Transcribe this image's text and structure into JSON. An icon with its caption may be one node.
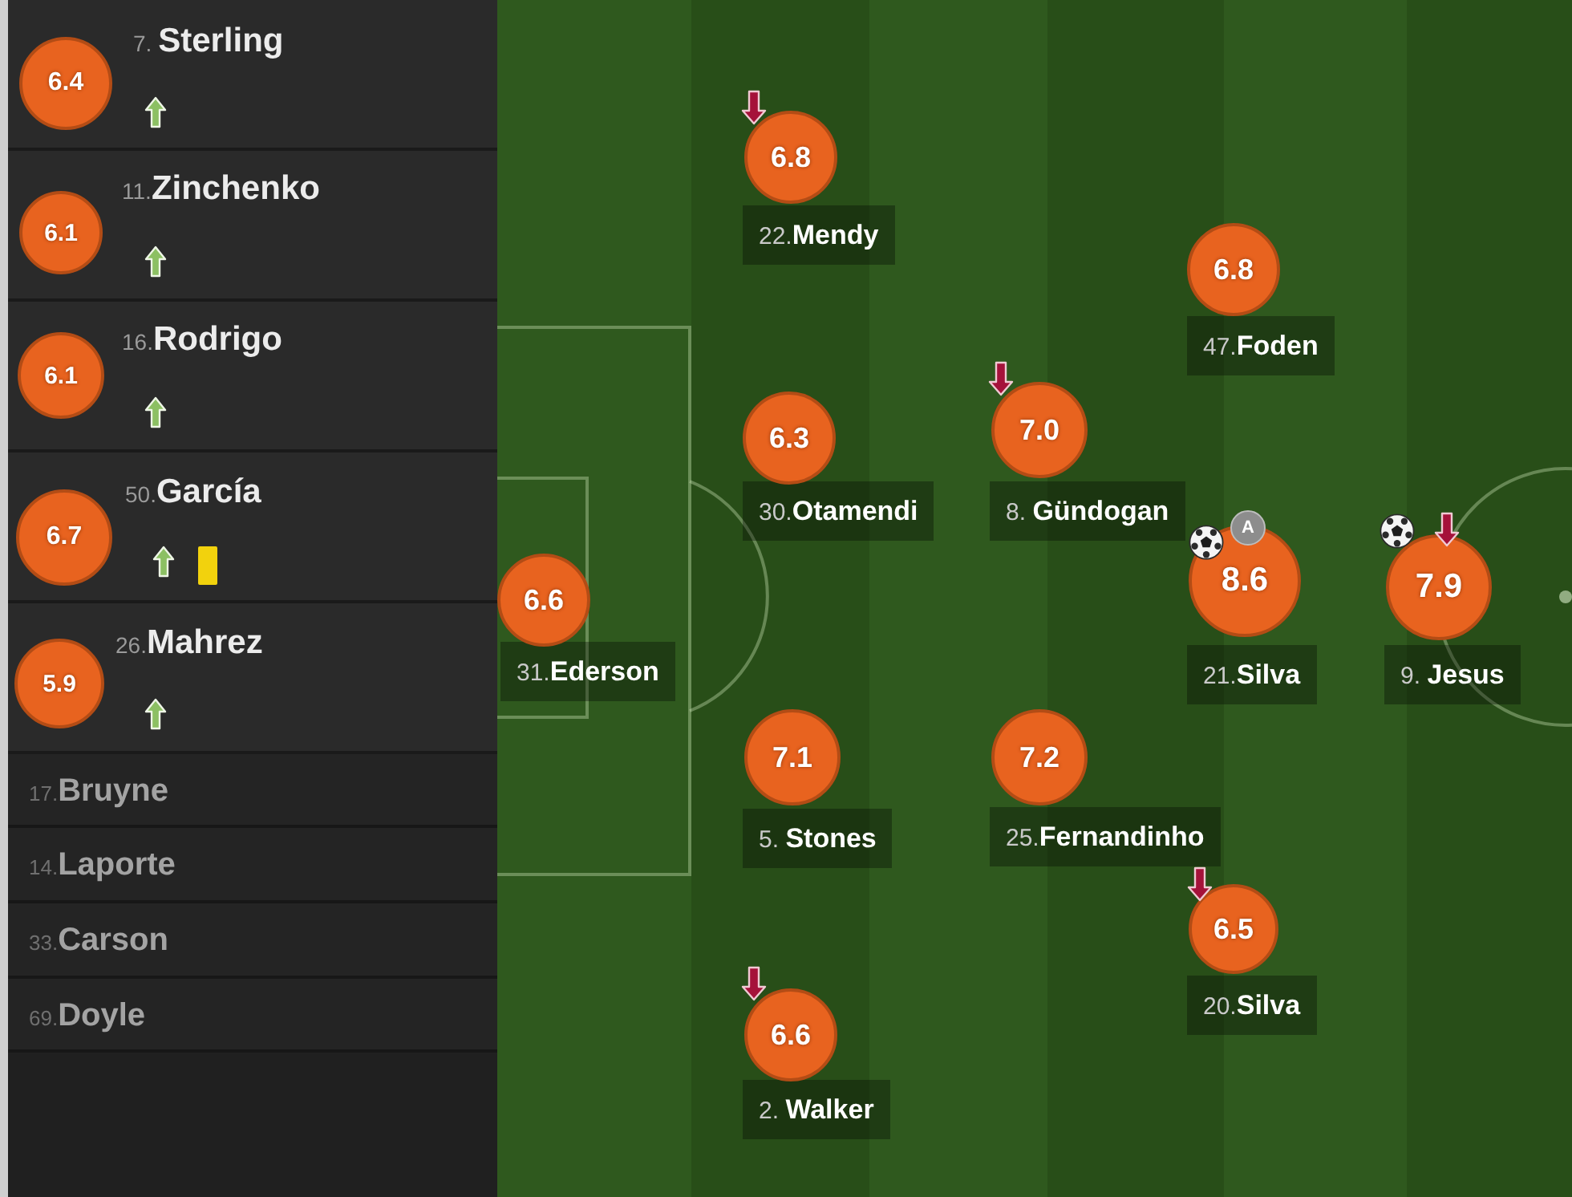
{
  "diagram": {
    "nodes": [
      {
        "text": [
          "7. **Sterling**"
        ]
      },
      {
        "text": [
          "6.4"
        ],
        "in": 0
      },
      {
        "text": [
          "11.**Zinchenko**"
        ]
      },
      {
        "text": [
          "6.1"
        ],
        "in": 2
      },
      {
        "text": [
          "16.**Rodrigo**"
        ]
      },
      {
        "text": [
          "6.1"
        ],
        "in": 4
      },
      {
        "text": [
          "50.**García**"
        ]
      },
      {
        "text": [
          "6.7"
        ],
        "in": 6
      },
      {
        "text": [
          "26.**Mahrez**"
        ]
      },
      {
        "text": [
          "5.9"
        ],
        "in": 8
      },
      {
        "text": [
          "17.**Bruyne**"
        ]
      },
      {
        "text": [
          "14.**Laporte**"
        ]
      },
      {
        "text": [
          "33.**Carson**"
        ]
      },
      {
        "text": [
          "69.**Doyle**"
        ]
      },
      {
        "text": [
          "6.6"
        ],
        "beside": [
          "31.**Ederson**"
        ]
      },
      {
        "text": [
          "6.8"
        ],
        "beside": [
          "22.**Mendy**"
        ]
      },
      {
        "text": [
          "6.3"
        ],
        "beside": [
          "30.**Otamendi**"
        ]
      },
      {
        "text": [
          "7.1"
        ],
        "beside": [
          "5. **Stones**"
        ]
      },
      {
        "text": [
          "6.6"
        ],
        "beside": [
          "2. **Walker**"
        ]
      },
      {
        "text": [
          "7.0"
        ],
        "beside": [
          "8. **Gündogan**"
        ]
      },
      {
        "text": [
          "7.2"
        ],
        "beside": [
          "25.**Fernandinho**"
        ]
      },
      {
        "text": [
          "6.8"
        ],
        "beside": [
          "47.**Foden**"
        ]
      },
      {
        "text": [
          "A"
        ]
      },
      {
        "text": [
          "8.6"
        ],
        "beside": [
          "21.**Silva**"
        ]
      },
      {
        "text": [
          "6.5"
        ],
        "beside": [
          "20.**Silva**"
        ]
      },
      {
        "text": [
          "7.9"
        ],
        "beside": [
          "9. **Jesus**"
        ]
      }
    ]
  }
}
